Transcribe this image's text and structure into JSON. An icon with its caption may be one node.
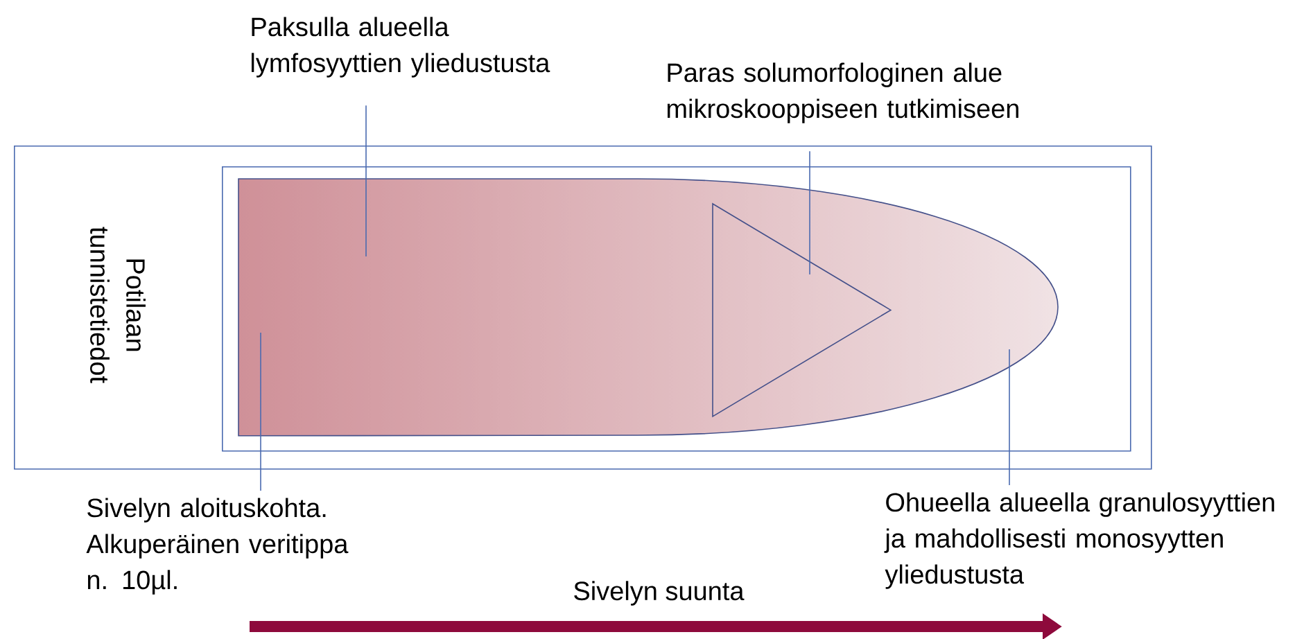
{
  "diagram": {
    "nodes": [
      {
        "text": [
          "Potilaan tunnistetiedot"
        ]
      },
      {
        "text": [],
        "shape": "box",
        "in": 0
      },
      {
        "text": [],
        "shape": "bullet",
        "in": 1
      },
      {
        "text": [],
        "shape": "triangle",
        "in": 2
      },
      {
        "text": [
          "Paksulla alueella lymfosyyttien yliedustusta"
        ]
      },
      {
        "text": [
          "Paras solumorfologinen alue mikroskooppiseen tutkimiseen"
        ]
      },
      {
        "text": [
          "Sivelyn aloituskohta. Alkuperäinen veritippa n. 10µl."
        ]
      },
      {
        "text": [
          "Ohueella alueella granulosyyttien ja mahdollisesti monosyytten yliedustusta"
        ]
      }
    ],
    "edges": [
      {
        "from": 4,
        "to": 2,
        "arrow": "none"
      },
      {
        "from": 5,
        "to": 3,
        "arrow": "none"
      },
      {
        "from": 6,
        "to": 2,
        "arrow": "none"
      },
      {
        "from": 7,
        "to": 2,
        "arrow": "none"
      }
    ],
    "labels": [
      "Sivelyn suunta"
    ]
  }
}
